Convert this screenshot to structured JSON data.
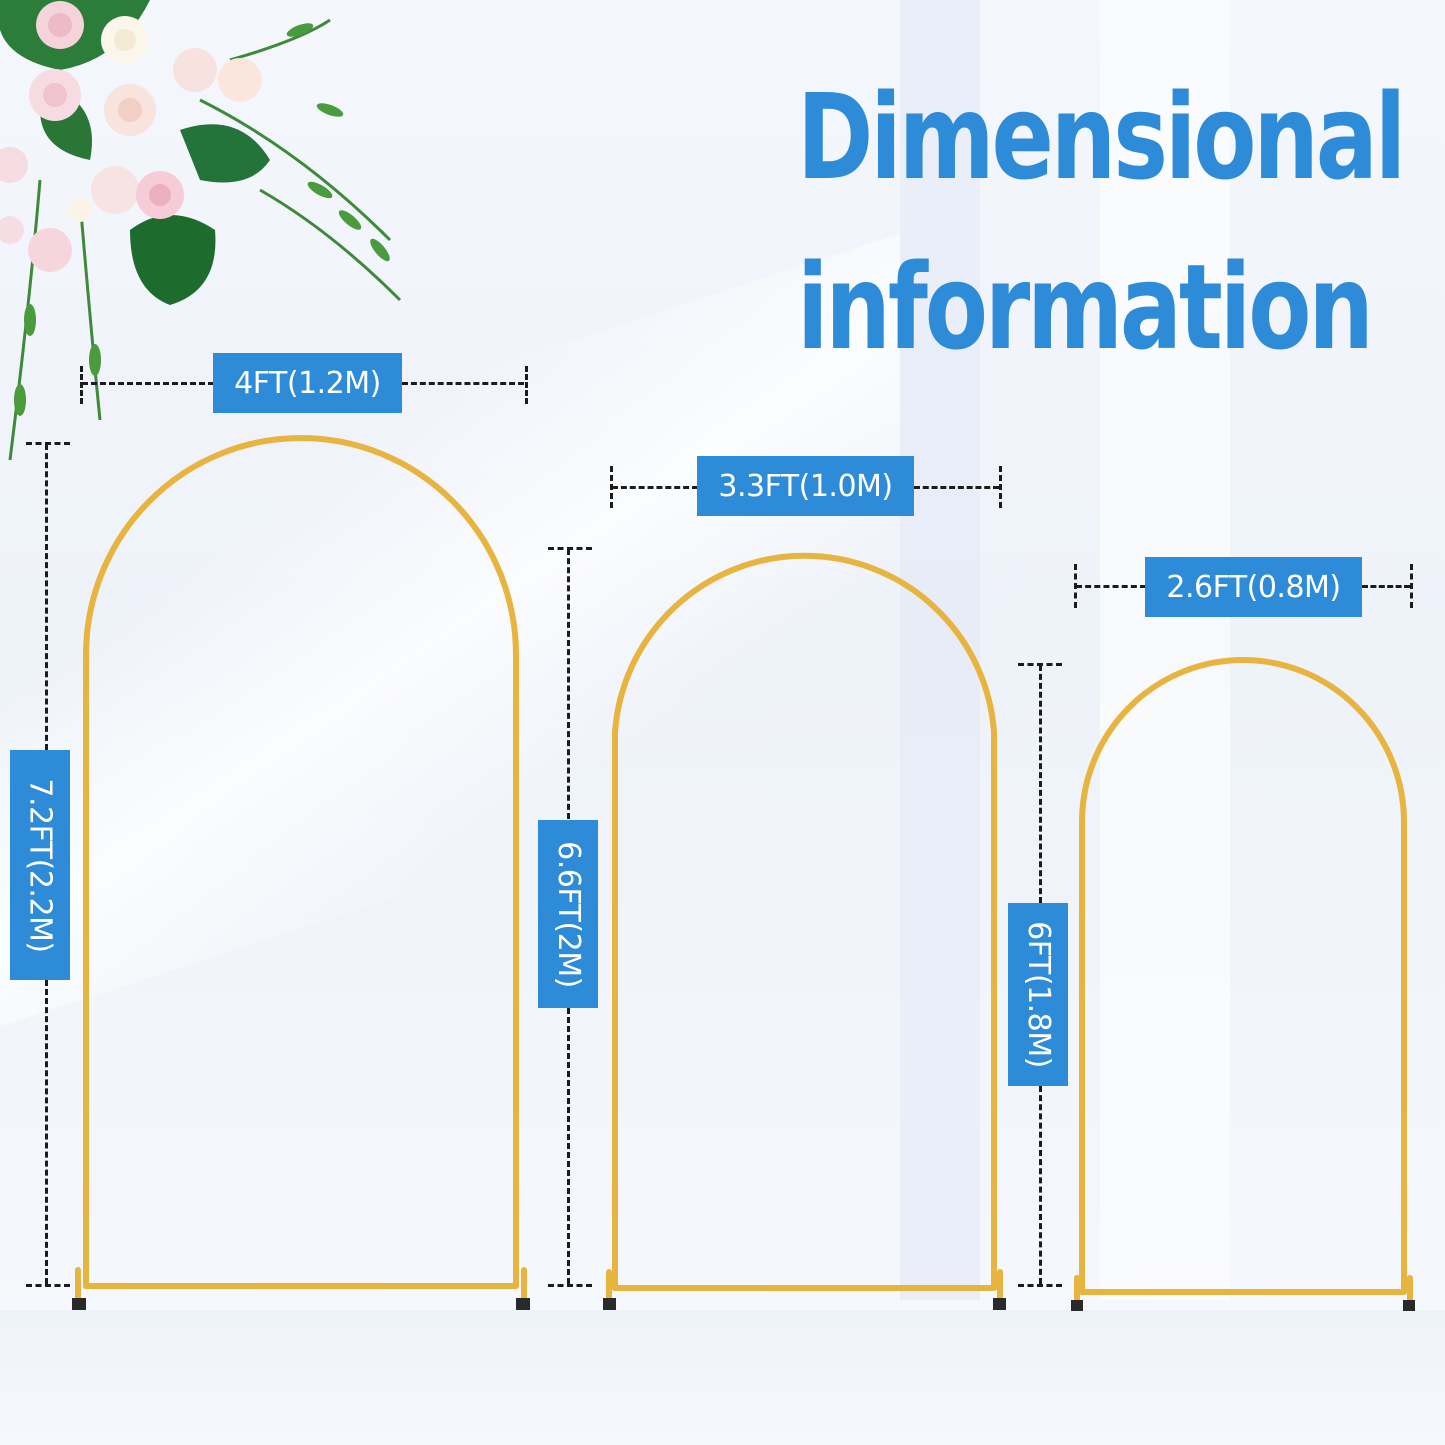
{
  "headline": {
    "line1": "Dimensional",
    "line2": "information"
  },
  "colors": {
    "accent_blue": "#2e8bd8",
    "arch_gold": "#e8b440",
    "label_text": "#ffffff",
    "dash_line": "#1c1c1c",
    "foot_black": "#2a2a2a"
  },
  "arches": [
    {
      "name": "large",
      "width_label": "4FT(1.2M)",
      "height_label": "7.2FT(2.2M)"
    },
    {
      "name": "medium",
      "width_label": "3.3FT(1.0M)",
      "height_label": "6.6FT(2M)"
    },
    {
      "name": "small",
      "width_label": "2.6FT(0.8M)",
      "height_label": "6FT(1.8M)"
    }
  ],
  "decor": {
    "flower_arrangement": "pink-and-white-roses-with-greenery"
  }
}
